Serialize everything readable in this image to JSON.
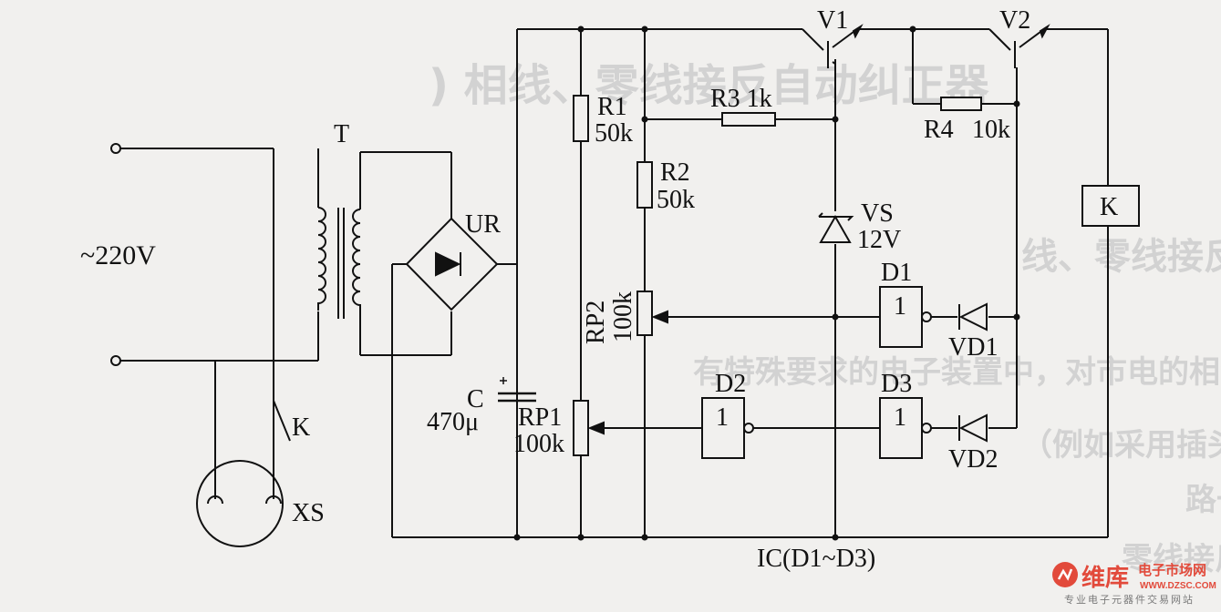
{
  "diagram": {
    "supply_label": "~220V",
    "transformer_label": "T",
    "rectifier_label": "UR",
    "capacitor_label": "C",
    "capacitor_value": "470μ",
    "r1_label": "R1",
    "r1_value": "50k",
    "r2_label": "R2",
    "r2_value": "50k",
    "r3_label": "R3 1k",
    "r4_label": "R4",
    "r4_value": "10k",
    "rp1_label": "RP1",
    "rp1_value": "100k",
    "rp2_label": "RP2",
    "rp2_value": "100k",
    "vs_label": "VS",
    "vs_value": "12V",
    "v1_label": "V1",
    "v2_label": "V2",
    "relay_label": "K",
    "switch_label": "K",
    "socket_label": "XS",
    "d1_label": "D1",
    "d2_label": "D2",
    "d3_label": "D3",
    "gate_symbol": "1",
    "vd1_label": "VD1",
    "vd2_label": "VD2",
    "ic_label": "IC(D1~D3)"
  },
  "watermark": {
    "brand": "维库",
    "tagline_top": "电子市场网",
    "url": "WWW.DZSC.COM",
    "tagline_bottom": "专业电子元器件交易网站"
  },
  "colors": {
    "ink": "#111111",
    "paper": "#f1f0ee",
    "show_through": "#cfcfcf",
    "watermark": "#e24a3b"
  }
}
